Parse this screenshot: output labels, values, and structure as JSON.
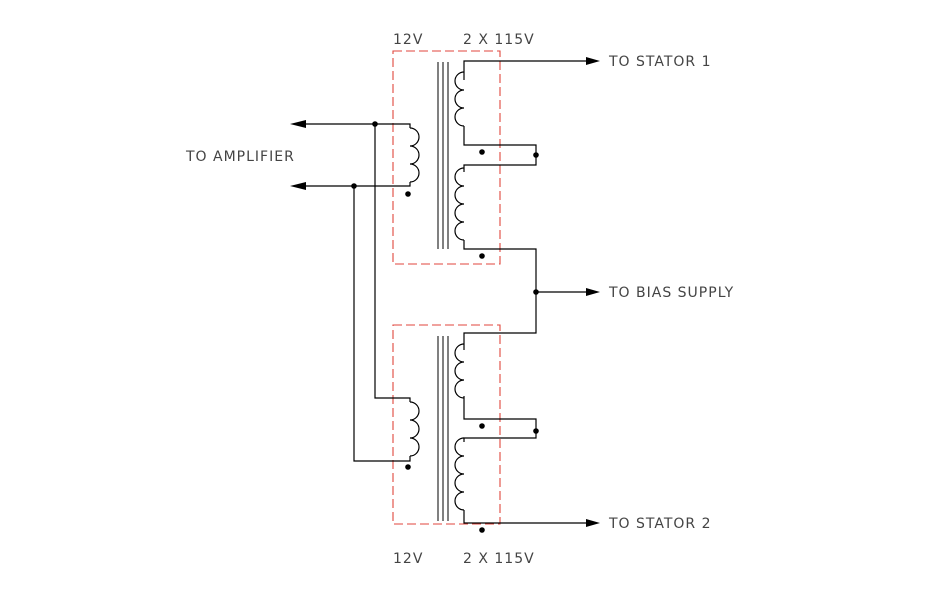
{
  "labels": {
    "top_primary": "12V",
    "top_secondary": "2 X 115V",
    "bottom_primary": "12V",
    "bottom_secondary": "2 X 115V",
    "stator1": "TO STATOR 1",
    "stator2": "TO STATOR 2",
    "bias": "TO BIAS SUPPLY",
    "amplifier": "TO AMPLIFIER"
  },
  "colors": {
    "wire": "#000000",
    "shield": "#e0463c",
    "text": "#444444"
  }
}
